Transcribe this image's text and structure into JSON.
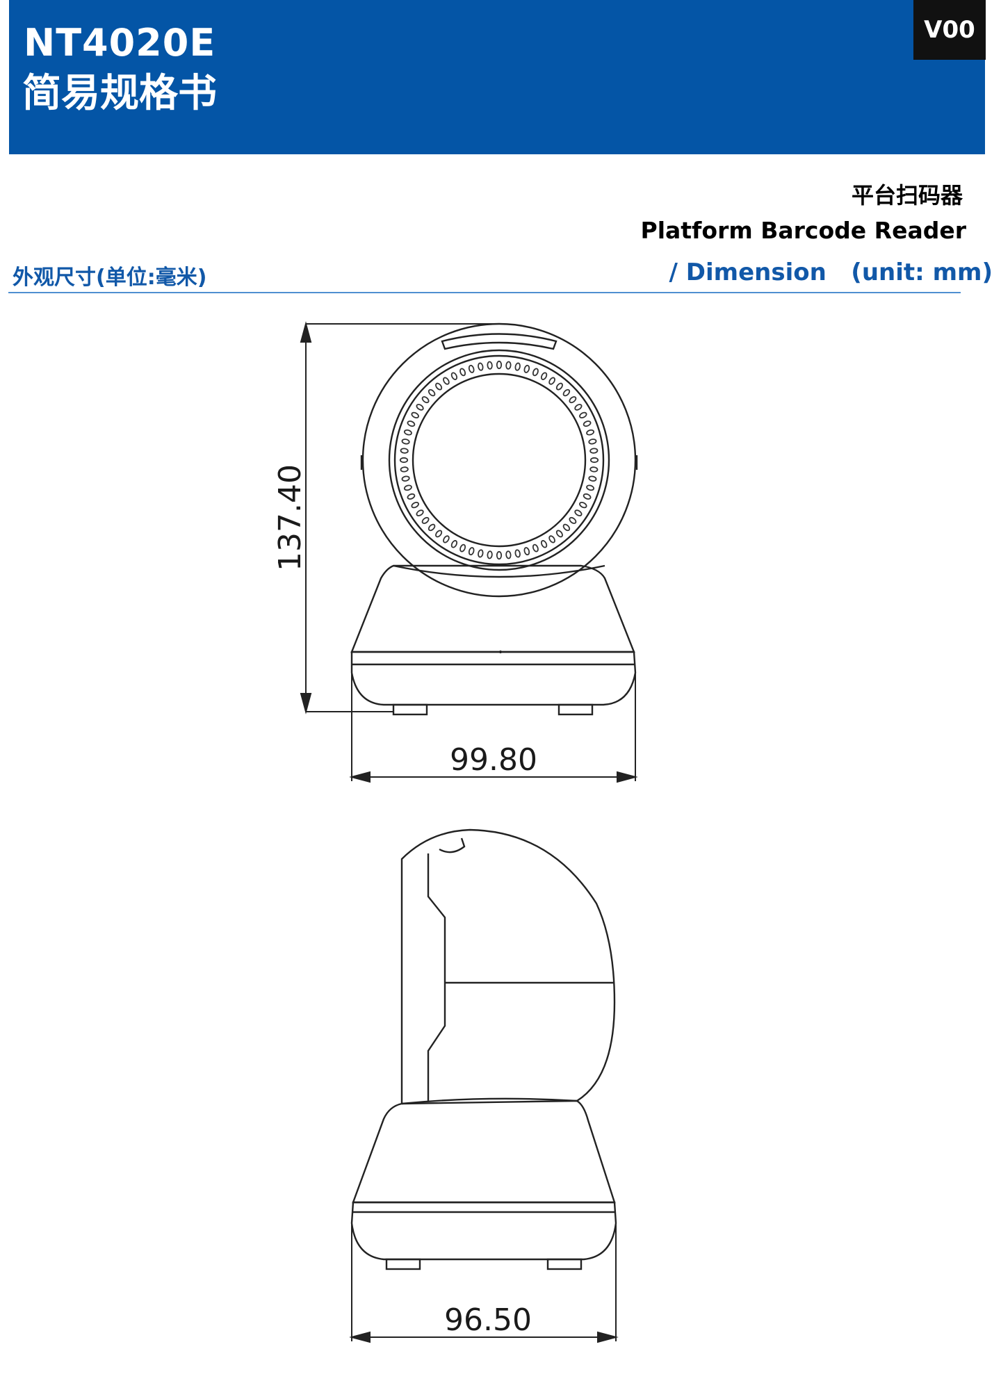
{
  "header": {
    "model": "NT4020E",
    "doc_title": "简易规格书",
    "version": "V00"
  },
  "product": {
    "name_cn": "平台扫码器",
    "name_en": "Platform Barcode Reader"
  },
  "section": {
    "label_cn": "外观尺寸(单位:毫米)",
    "label_en": "/ Dimension   (unit: mm)"
  },
  "dimensions": {
    "front_height": "137.40",
    "front_width": "99.80",
    "side_width": "96.50"
  },
  "colors": {
    "brand_blue": "#0455a6",
    "section_blue": "#1158a8",
    "version_bg": "#111111"
  }
}
